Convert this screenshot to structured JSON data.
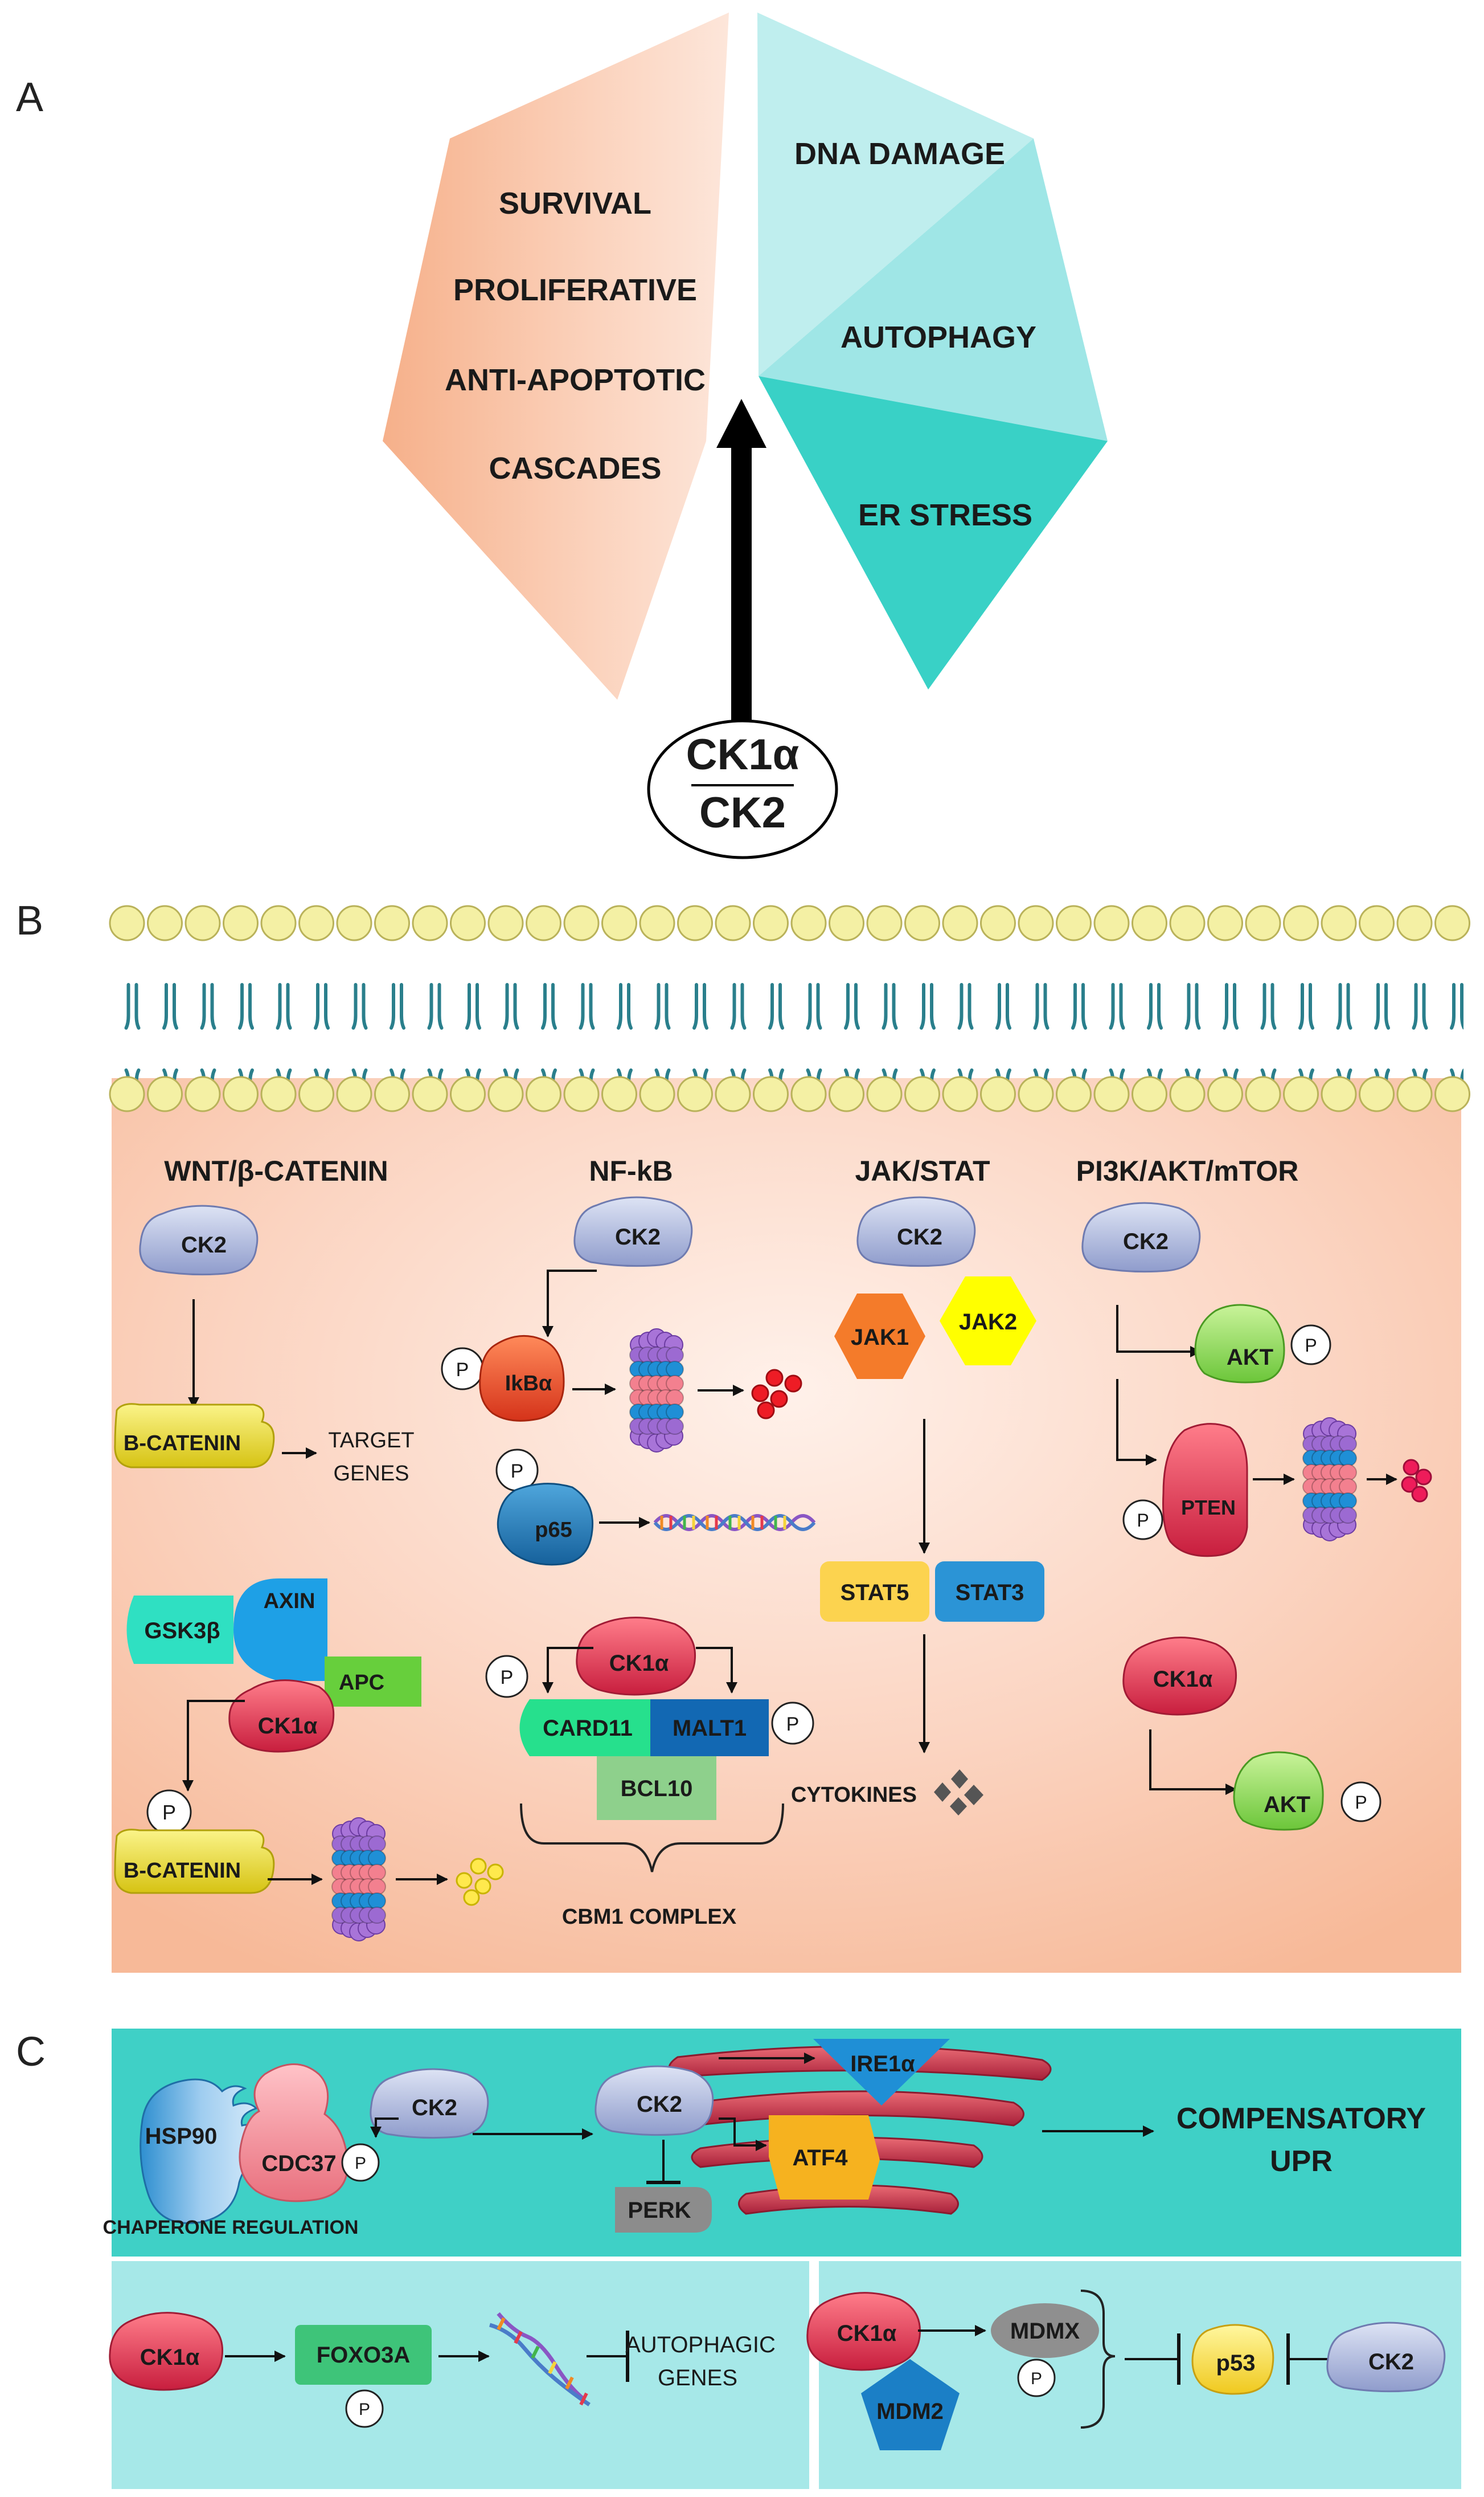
{
  "panel_a": {
    "letter": "A",
    "left_items": [
      "SURVIVAL",
      "PROLIFERATIVE",
      "ANTI-APOPTOTIC",
      "CASCADES"
    ],
    "right_items": [
      "DNA DAMAGE",
      "AUTOPHAGY",
      "ER STRESS"
    ],
    "kinase_top": "CK1α",
    "kinase_bottom": "CK2",
    "colors": {
      "left": "#f7b48e",
      "right_light": "#bfeeee",
      "right_mid": "#9be6e6",
      "right_dark": "#39d1c6"
    }
  },
  "panel_b": {
    "letter": "B",
    "pathways": {
      "wnt": "WNT/β-CATENIN",
      "nfkb": "NF-kB",
      "jakstat": "JAK/STAT",
      "pi3k": "PI3K/AKT/mTOR"
    },
    "wnt": {
      "ck2": "CK2",
      "bcatenin": "B-CATENIN",
      "target_genes_line1": "TARGET",
      "target_genes_line2": "GENES",
      "gsk3b": "GSK3β",
      "axin": "AXIN",
      "apc": "APC",
      "ck1a": "CK1α",
      "p": "P",
      "bcatenin2": "B-CATENIN"
    },
    "nfkb": {
      "ck2": "CK2",
      "p1": "P",
      "ikba": "IkBα",
      "p2": "P",
      "p65": "p65",
      "ck1a": "CK1α",
      "p3": "P",
      "card11": "CARD11",
      "malt1": "MALT1",
      "p4": "P",
      "bcl10": "BCL10",
      "cbm1": "CBM1 COMPLEX"
    },
    "jakstat": {
      "ck2": "CK2",
      "jak1": "JAK1",
      "jak2": "JAK2",
      "stat5": "STAT5",
      "stat3": "STAT3",
      "cytokines": "CYTOKINES"
    },
    "pi3k": {
      "ck2": "CK2",
      "akt1": "AKT",
      "p1": "P",
      "pten": "PTEN",
      "p2": "P",
      "ck1a": "CK1α",
      "akt2": "AKT",
      "p3": "P"
    },
    "colors": {
      "cytoplasm": "#fbd3bf",
      "lipid_head": "#f4f0a4",
      "lipid_tail": "#2a7f8c"
    }
  },
  "panel_c": {
    "letter": "C",
    "top": {
      "hsp90": "HSP90",
      "cdc37": "CDC37",
      "p": "P",
      "ck2_a": "CK2",
      "ck2_b": "CK2",
      "ire1a": "IRE1α",
      "atf4": "ATF4",
      "perk": "PERK",
      "chaperone": "CHAPERONE REGULATION",
      "outcome_line1": "COMPENSATORY",
      "outcome_line2": "UPR"
    },
    "bottom_left": {
      "ck1a": "CK1α",
      "foxo3a": "FOXO3A",
      "p": "P",
      "genes_line1": "AUTOPHAGIC",
      "genes_line2": "GENES"
    },
    "bottom_right": {
      "ck1a": "CK1α",
      "mdmx": "MDMX",
      "p": "P",
      "mdm2": "MDM2",
      "p53": "p53",
      "ck2": "CK2"
    },
    "colors": {
      "top_bg": "#3fd0c6",
      "bottom_bg": "#a6e8e8"
    }
  }
}
